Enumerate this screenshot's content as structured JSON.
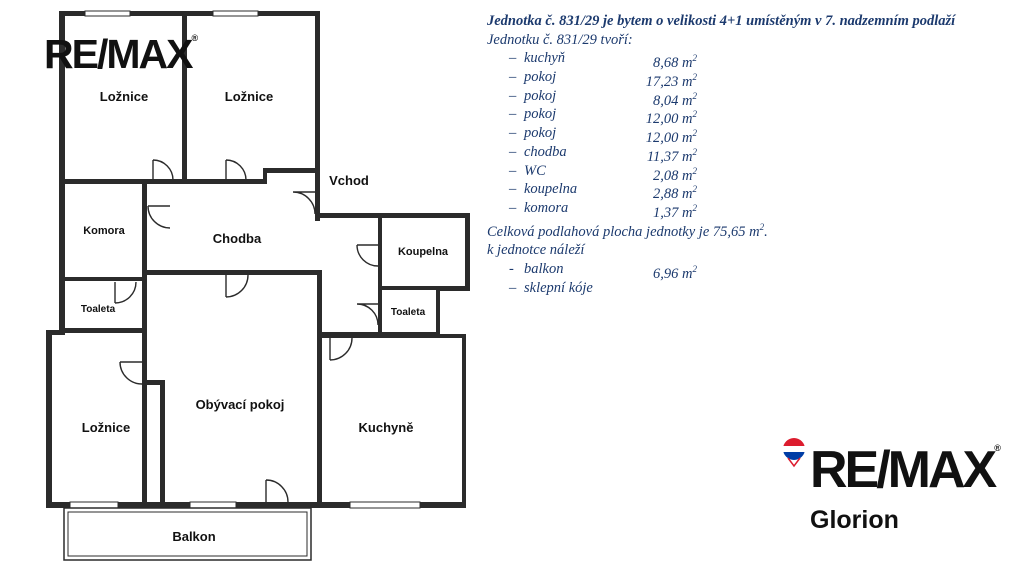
{
  "brand": {
    "top_logo": "RE/MAX",
    "bottom_logo": "RE/MAX",
    "bottom_sub": "Glorion",
    "registered_mark": "®"
  },
  "info": {
    "title": "Jednotka č. 831/29 je bytem o velikosti 4+1 umístěným v 7. nadzemním podlaží",
    "intro": "Jednotku č. 831/29 tvoří:",
    "dash": "–",
    "unit_sup": "2",
    "rooms": [
      {
        "name": "kuchyň",
        "value": "8,68 m"
      },
      {
        "name": "pokoj",
        "value": "17,23 m"
      },
      {
        "name": "pokoj",
        "value": "8,04 m"
      },
      {
        "name": "pokoj",
        "value": "12,00 m"
      },
      {
        "name": "pokoj",
        "value": "12,00 m"
      },
      {
        "name": "chodba",
        "value": "11,37 m"
      },
      {
        "name": "WC",
        "value": "2,08 m"
      },
      {
        "name": "koupelna",
        "value": "2,88 m"
      },
      {
        "name": "komora",
        "value": "1,37 m"
      }
    ],
    "total": "Celková podlahová plocha jednotky je 75,65 m",
    "total_end": ".",
    "belongs": "k jednotce náleží",
    "belongs_items": [
      {
        "dash": "-",
        "name": "balkon",
        "value": "6,96 m"
      },
      {
        "dash": "–",
        "name": "sklepní kóje",
        "value": ""
      }
    ]
  },
  "plan": {
    "labels": {
      "loznice1": "Ložnice",
      "loznice2": "Ložnice",
      "loznice3": "Ložnice",
      "vchod": "Vchod",
      "komora": "Komora",
      "chodba": "Chodba",
      "koupelna": "Koupelna",
      "toaleta1": "Toaleta",
      "toaleta2": "Toaleta",
      "obyvaci": "Obývací pokoj",
      "kuchyne": "Kuchyně",
      "balkon": "Balkon"
    }
  }
}
